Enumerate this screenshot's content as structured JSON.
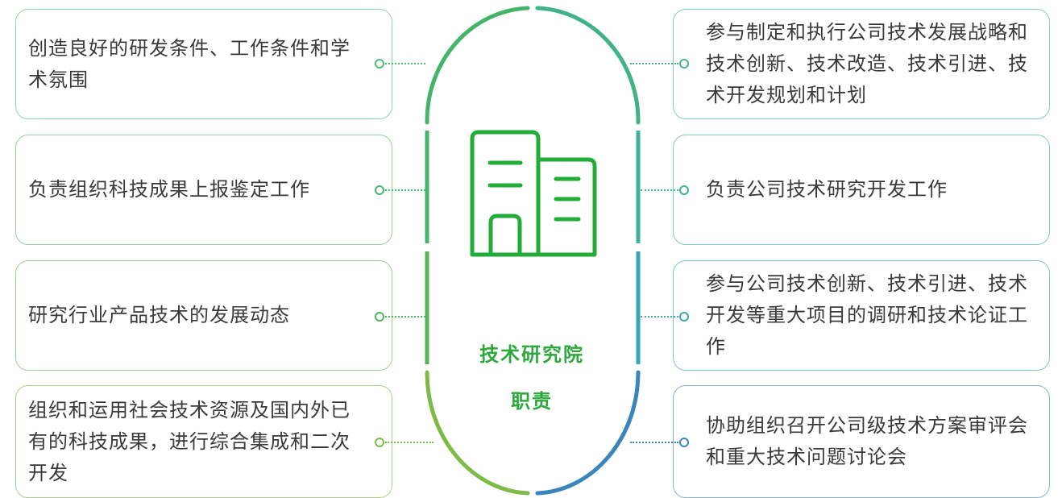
{
  "center": {
    "title": "技术研究院",
    "subtitle": "职责",
    "icon": "office-building-icon"
  },
  "left_items": [
    {
      "text": "创造良好的研发条件、工作条件和学术氛围",
      "color": "#4cbd72"
    },
    {
      "text": "负责组织科技成果上报鉴定工作",
      "color": "#44b86c"
    },
    {
      "text": "研究行业产品技术的发展动态",
      "color": "#4cb65e"
    },
    {
      "text": "组织和运用社会技术资源及国内外已有的科技成果，进行综合集成和二次开发",
      "color": "#7cbd4a"
    }
  ],
  "right_items": [
    {
      "text": "参与制定和执行公司技术发展战略和技术创新、技术改造、技术引进、技术开发规划和计划",
      "color": "#44b886"
    },
    {
      "text": "负责公司技术研究开发工作",
      "color": "#3ab29c"
    },
    {
      "text": "参与公司技术创新、技术引进、技术开发等重大项目的调研和技术论证工作",
      "color": "#38a8b2"
    },
    {
      "text": "协助组织召开公司级技术方案审评会和重大技术问题讨论会",
      "color": "#3a86bc"
    }
  ]
}
